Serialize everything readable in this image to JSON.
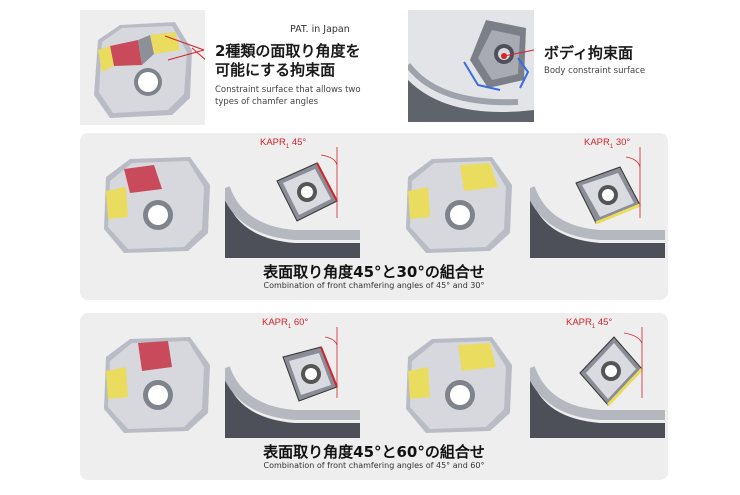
{
  "top": {
    "patent": "PAT. in Japan",
    "constraint_jp_line1": "2種類の面取り角度を",
    "constraint_jp_line2": "可能にする拘束面",
    "constraint_en_line1": "Constraint surface that allows two",
    "constraint_en_line2": "types of chamfer angles",
    "body_jp": "ボディ拘束面",
    "body_en": "Body constraint surface"
  },
  "panels": [
    {
      "caption_jp": "表面取り角度45°と30°の組合せ",
      "caption_en": "Combination of front chamfering angles of 45° and 30°",
      "left_kapr_label": "KAPR",
      "left_kapr_sub": "1",
      "left_kapr_angle": "45°",
      "right_kapr_label": "KAPR",
      "right_kapr_sub": "1",
      "right_kapr_angle": "30°"
    },
    {
      "caption_jp": "表面取り角度45°と60°の組合せ",
      "caption_en": "Combination of front chamfering angles of 45° and 60°",
      "left_kapr_label": "KAPR",
      "left_kapr_sub": "1",
      "left_kapr_angle": "60°",
      "right_kapr_label": "KAPR",
      "right_kapr_sub": "1",
      "right_kapr_angle": "45°"
    }
  ],
  "colors": {
    "accent_red": "#d2232a",
    "chamfer_red": "#c94a5a",
    "chamfer_yellow": "#e9dc5e",
    "panel_bg": "#eeeeee"
  }
}
